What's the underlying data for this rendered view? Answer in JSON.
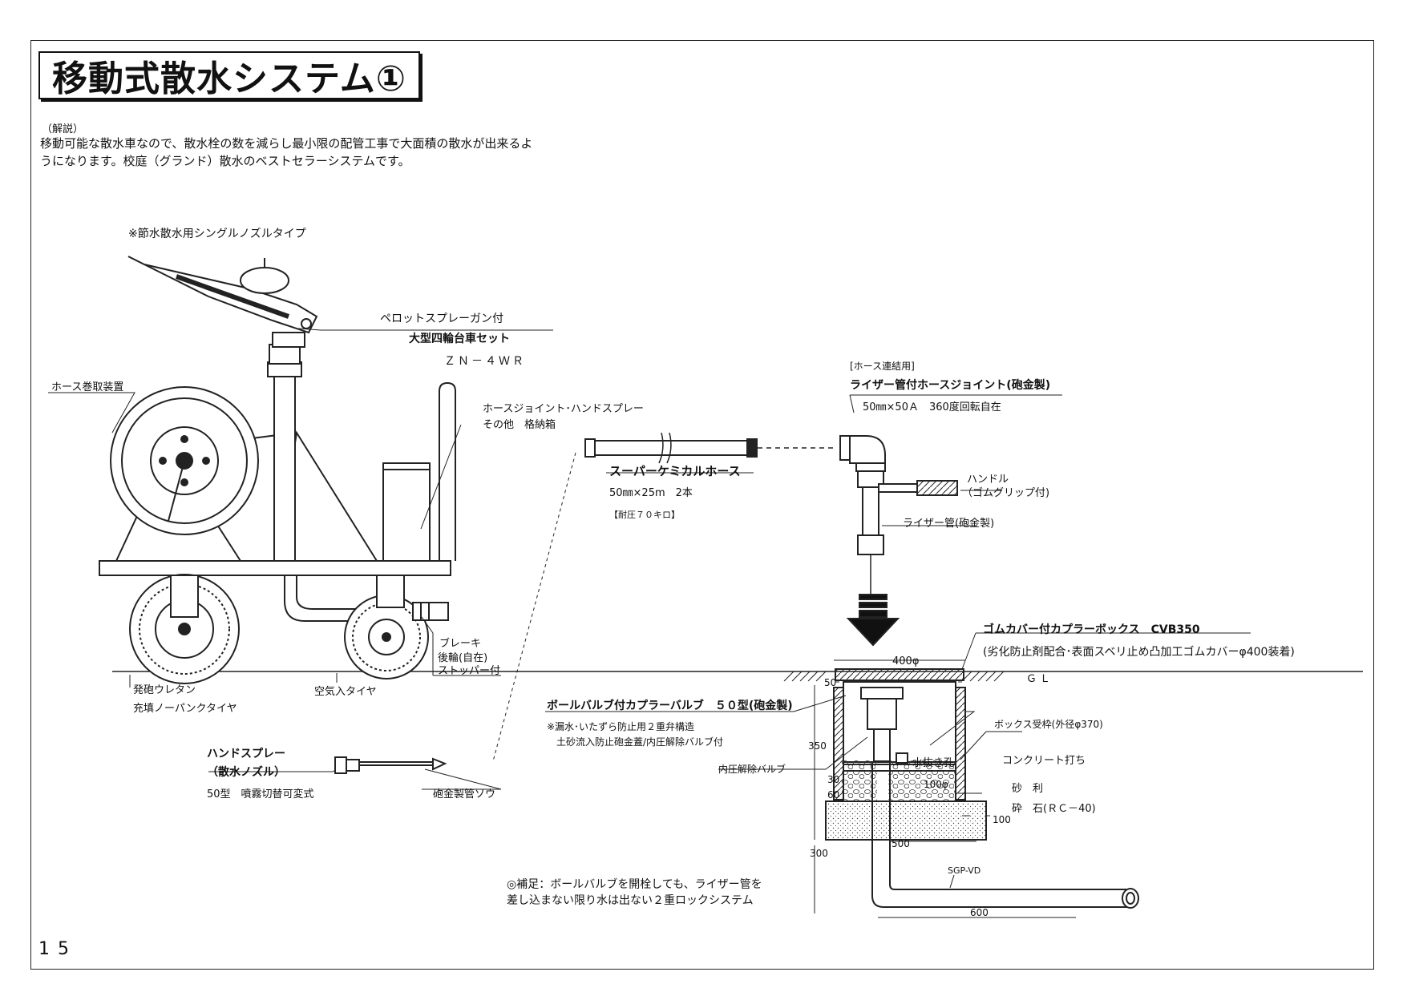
{
  "title": "移動式散水システム①",
  "explanation": {
    "heading": "（解説）",
    "line1": "移動可能な散水車なので、散水栓の数を減らし最小限の配管工事で大面積の散水が出来るよ",
    "line2": "うになります。校庭（グランド）散水のベストセラーシステムです。"
  },
  "cart": {
    "note": "※節水散水用シングルノズルタイプ",
    "product_line1": "ペロットスプレーガン付",
    "product_line2": "大型四輪台車セット",
    "model": "ＺＮ－４ＷＲ",
    "hose_reel": "ホース巻取装置",
    "storage_line1": "ホースジョイント･ハンドスプレー",
    "storage_line2": "その他　格納箱",
    "brake_line1": "ブレーキ",
    "brake_line2": "後輪(自在)",
    "brake_line3": "ストッパー付",
    "tire_front_line1": "発砲ウレタン",
    "tire_front_line2": "充填ノーパンクタイヤ",
    "tire_rear": "空気入タイヤ"
  },
  "hand_spray": {
    "title_line1": "ハンドスプレー",
    "title_line2": "（散水ノズル）",
    "spec": "50型　噴霧切替可変式",
    "pipe": "砲金製管ソウ"
  },
  "hose": {
    "name": "スーパーケミカルホース",
    "spec": "50㎜×25m　2本",
    "pressure": "【耐圧７０キロ】"
  },
  "joint": {
    "category": "[ホース連結用]",
    "name": "ライザー管付ホースジョイント(砲金製)",
    "spec": "50㎜×50Ａ　360度回転自在",
    "handle_line1": "ハンドル",
    "handle_line2": "（ゴムグリップ付)",
    "riser": "ライザー管(砲金製)"
  },
  "box": {
    "name": "ゴムカバー付カプラーボックス　CVB350",
    "detail": "(劣化防止剤配合･表面スベリ止め凸加工ゴムカバーφ400装着)",
    "gl": "ＧＬ",
    "dim_top": "400φ",
    "frame": "ボックス受枠(外径φ370)",
    "concrete": "コンクリート打ち",
    "gravel": "砂　利",
    "crushed": "砕　石(ＲＣ－40)",
    "drain": "水抜き孔",
    "valve_name": "ボールバルブ付カプラーバルブ　５０型(砲金製)",
    "valve_note1": "※漏水･いたずら防止用２重弁構造",
    "valve_note2": "土砂流入防止砲金蓋/内圧解除バルブ付",
    "relief": "内圧解除バルブ",
    "dim_50": "50",
    "dim_350": "350",
    "dim_30": "30",
    "dim_60": "60",
    "dim_300": "300",
    "dim_100phi": "100φ",
    "dim_100": "100",
    "dim_500": "500",
    "pipe_label": "SGP-VD",
    "dim_600": "600"
  },
  "note": {
    "line1": "◎補足：ボールバルブを開栓しても、ライザー管を",
    "line2": "差し込まない限り水は出ない２重ロックシステム"
  },
  "page_number": "15"
}
